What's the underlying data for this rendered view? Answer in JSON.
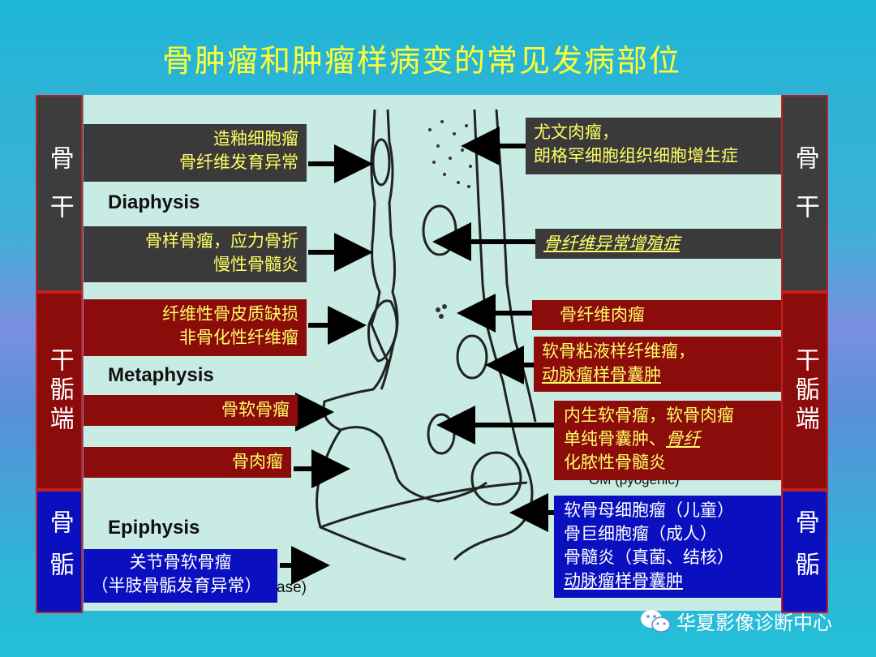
{
  "title": "骨肿瘤和肿瘤样病变的常见发病部位",
  "sidebars": {
    "left": [
      {
        "region": "diaphysis",
        "label": "骨干"
      },
      {
        "region": "metaphysis",
        "label": "干骺端"
      },
      {
        "region": "epiphysis",
        "label": "骨骺"
      }
    ],
    "right": [
      {
        "region": "diaphysis",
        "label": "骨干"
      },
      {
        "region": "metaphysis",
        "label": "干骺端"
      },
      {
        "region": "epiphysis",
        "label": "骨骺"
      }
    ]
  },
  "regions": {
    "diaphysis": "Diaphysis",
    "metaphysis": "Metaphysis",
    "epiphysis": "Epiphysis"
  },
  "background_text": {
    "pyogenic": "OM (pyogenic)",
    "ase": "ase)"
  },
  "left_labels": [
    {
      "lines": [
        "造釉细胞瘤",
        "骨纤维发育异常"
      ]
    },
    {
      "lines": [
        "骨样骨瘤，应力骨折",
        "慢性骨髓炎"
      ]
    },
    {
      "lines": [
        "纤维性骨皮质缺损",
        "非骨化性纤维瘤"
      ]
    },
    {
      "lines": [
        "骨软骨瘤"
      ]
    },
    {
      "lines": [
        "骨肉瘤"
      ]
    },
    {
      "lines": [
        "关节骨软骨瘤",
        "（半肢骨骺发育异常）"
      ]
    }
  ],
  "right_labels": [
    {
      "lines": [
        "尤文肉瘤，",
        "朗格罕细胞组织细胞增生症"
      ]
    },
    {
      "lines": [
        "骨纤维异常增殖症"
      ]
    },
    {
      "lines": [
        "骨纤维肉瘤"
      ]
    },
    {
      "lines": [
        "软骨粘液样纤维瘤，",
        "动脉瘤样骨囊肿"
      ]
    },
    {
      "lines": [
        "内生软骨瘤，软骨肉瘤",
        "单纯骨囊肿、",
        "骨纤",
        "化脓性骨髓炎"
      ]
    },
    {
      "lines": [
        "软骨母细胞瘤（儿童）",
        "骨巨细胞瘤（成人）",
        "骨髓炎（真菌、结核）",
        "动脉瘤样骨囊肿"
      ]
    }
  ],
  "watermark": "华夏影像诊断中心",
  "colors": {
    "title": "#ffff33",
    "label_text": "#ffff66",
    "gray_box": "#3a3a3a",
    "red_box": "#8c0b0b",
    "blue_box": "#0a10c0"
  }
}
